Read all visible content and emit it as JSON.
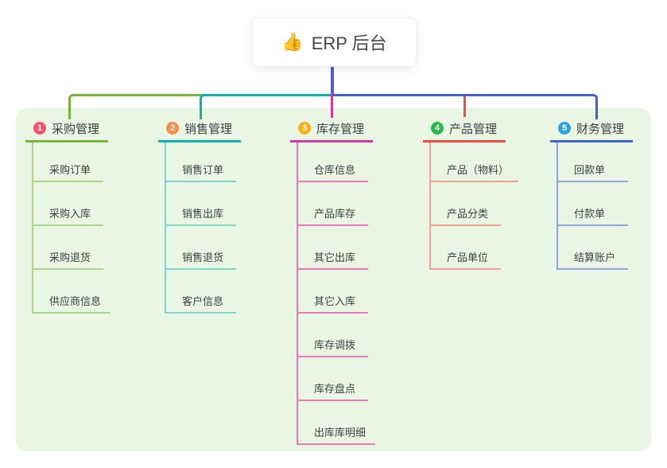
{
  "root": {
    "icon": "👍",
    "label": "ERP 后台"
  },
  "branches": [
    {
      "num": "1",
      "label": "采购管理",
      "accent": "#76b73a",
      "line": "#a8d78a",
      "badge_color": "#f4506e",
      "items": [
        "采购订单",
        "采购入库",
        "采购退货",
        "供应商信息"
      ]
    },
    {
      "num": "2",
      "label": "销售管理",
      "accent": "#0ab3ab",
      "line": "#7fd6cf",
      "badge_color": "#f98b49",
      "items": [
        "销售订单",
        "销售出库",
        "销售退货",
        "客户信息"
      ]
    },
    {
      "num": "3",
      "label": "库存管理",
      "accent": "#cf3ba0",
      "line": "#ef77bc",
      "badge_color": "#fdaf17",
      "items": [
        "仓库信息",
        "产品库存",
        "其它出库",
        "其它入库",
        "库存调拨",
        "库存盘点",
        "出库库明细"
      ]
    },
    {
      "num": "4",
      "label": "产品管理",
      "accent": "#ef4b41",
      "line": "#f79d96",
      "badge_color": "#2db84d",
      "items": [
        "产品（物料）",
        "产品分类",
        "产品单位"
      ]
    },
    {
      "num": "5",
      "label": "财务管理",
      "accent": "#3f62d2",
      "line": "#8ea6e0",
      "badge_color": "#2ba3dd",
      "items": [
        "回款单",
        "付款单",
        "结算账户"
      ]
    }
  ],
  "colors": {
    "trunk": "#4a5ed3",
    "connector_green": "#76b73a",
    "connector_teal": "#0ab3ab",
    "connector_blue": "#3f62d2",
    "connector_magenta": "#cf3ba0",
    "connector_red": "#ef4b41",
    "panel_bg": "#e9f6e3",
    "page_bg": "#ffffff",
    "text": "#3c4043"
  }
}
